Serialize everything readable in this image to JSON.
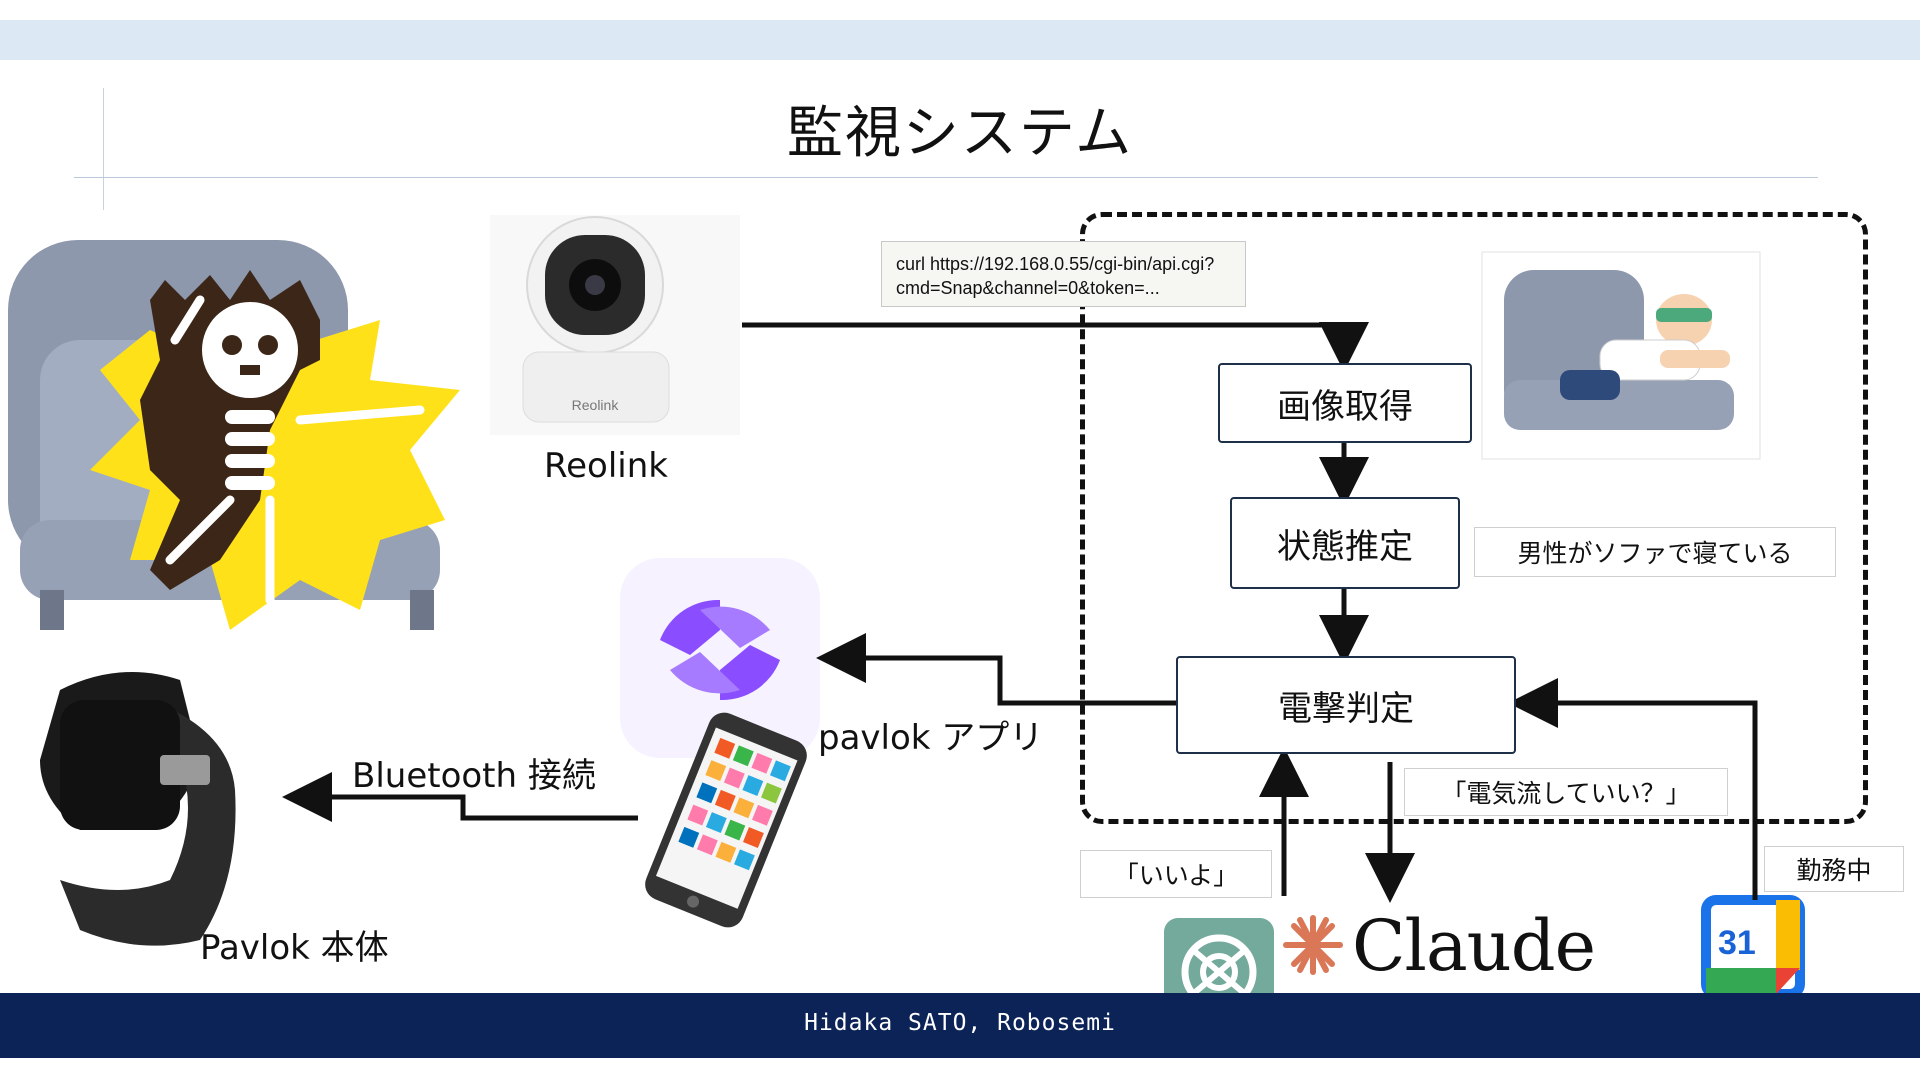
{
  "slide": {
    "title": "監視システム",
    "footer": "Hidaka SATO, Robosemi"
  },
  "labels": {
    "camera": "Reolink",
    "camera_brand": "Reolink",
    "app": "pavlok アプリ",
    "bluetooth": "Bluetooth 接続",
    "device": "Pavlok 本体"
  },
  "curl": {
    "line1": "curl https://192.168.0.55/cgi-bin/api.cgi?",
    "line2": "cmd=Snap&channel=0&token=..."
  },
  "flow": {
    "step1": "画像取得",
    "step2": "状態推定",
    "step3": "電撃判定"
  },
  "notes": {
    "state": "男性がソファで寝ている",
    "question": "「電気流していい？」",
    "answer": "「いいよ」",
    "calendar": "勤務中"
  },
  "logos": {
    "claude": "Claude",
    "calendar_day": "31"
  },
  "colors": {
    "footer": "#0c2358",
    "top_band": "#dde8f5",
    "box_border": "#1d3047",
    "pavlok_purple": "#8a4dff",
    "claude_orange": "#d97757",
    "openai_green": "#74aa9c",
    "calendar_blue": "#1a73e8"
  }
}
